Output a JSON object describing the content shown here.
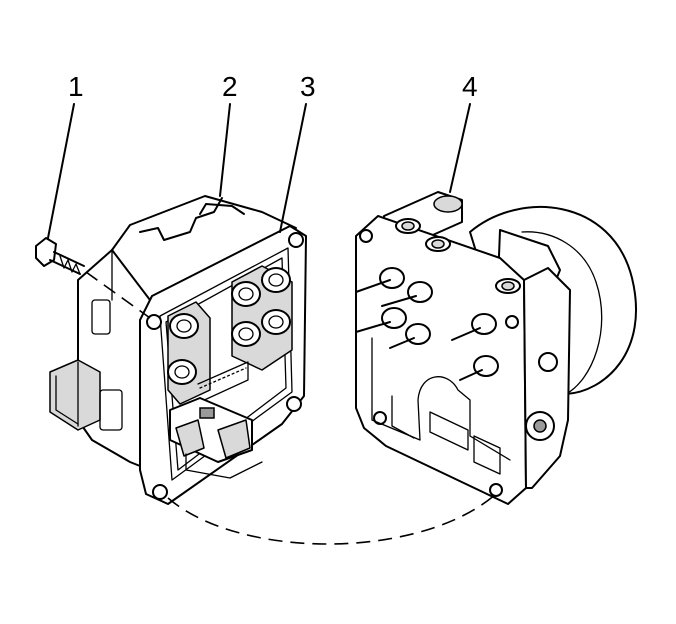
{
  "callouts": [
    {
      "id": "1",
      "label": "1"
    },
    {
      "id": "2",
      "label": "2"
    },
    {
      "id": "3",
      "label": "3"
    },
    {
      "id": "4",
      "label": "4"
    }
  ],
  "colors": {
    "line": "#000000",
    "background": "#ffffff",
    "shade": "#d9d9d9"
  }
}
